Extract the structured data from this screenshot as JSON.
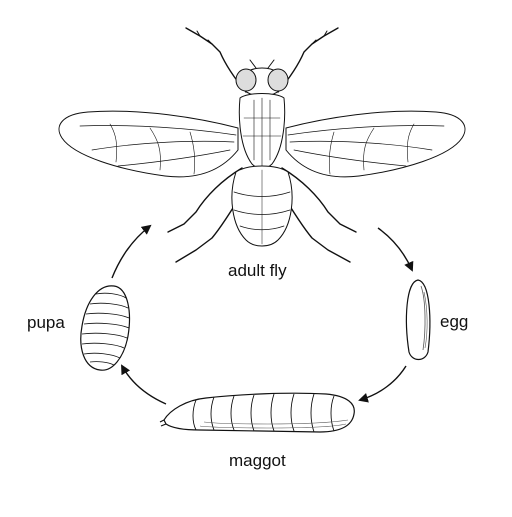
{
  "diagram": {
    "stages": {
      "adult": "adult fly",
      "egg": "egg",
      "maggot": "maggot",
      "pupa": "pupa"
    },
    "colors": {
      "line": "#111111",
      "shade": "#555555",
      "wing_fill": "#ffffff",
      "background": "#ffffff"
    }
  }
}
